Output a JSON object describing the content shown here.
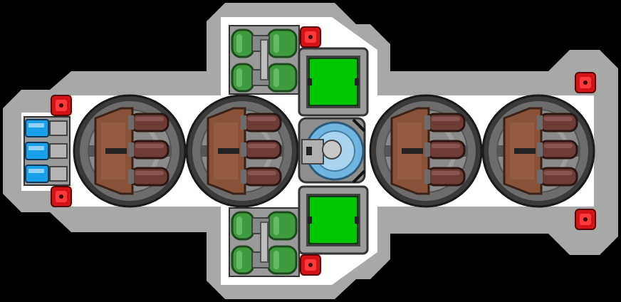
{
  "colors": {
    "background": "#000000",
    "hull_outer": "#a8a8a8",
    "hull_inner": "#ffffff",
    "turret_rim": "#6c6c6c",
    "turret_base": "#8a8a8a",
    "cannon_body": "#8a5238",
    "cannon_barrel": "#6e3c36",
    "tank_green": "#3e9c3e",
    "panel_green": "#00c800",
    "alarm_red": "#d41414",
    "thruster_blue": "#18a0e8",
    "reactor_blue": "#70b4e0"
  },
  "scene": {
    "turret_count": 4,
    "barrels_per_turret": 3,
    "tank_module_count": 2,
    "tanks_per_module": 2,
    "engine_panel_count": 2,
    "alarm_light_count": 6,
    "thruster_count": 3
  },
  "icons": {
    "turret": "triple-barrel-turret-icon",
    "tank": "fuel-tank-icon",
    "panel": "green-panel-icon",
    "alarm": "red-alarm-light-icon",
    "thruster": "blue-thruster-icon",
    "reactor": "reactor-core-icon"
  }
}
